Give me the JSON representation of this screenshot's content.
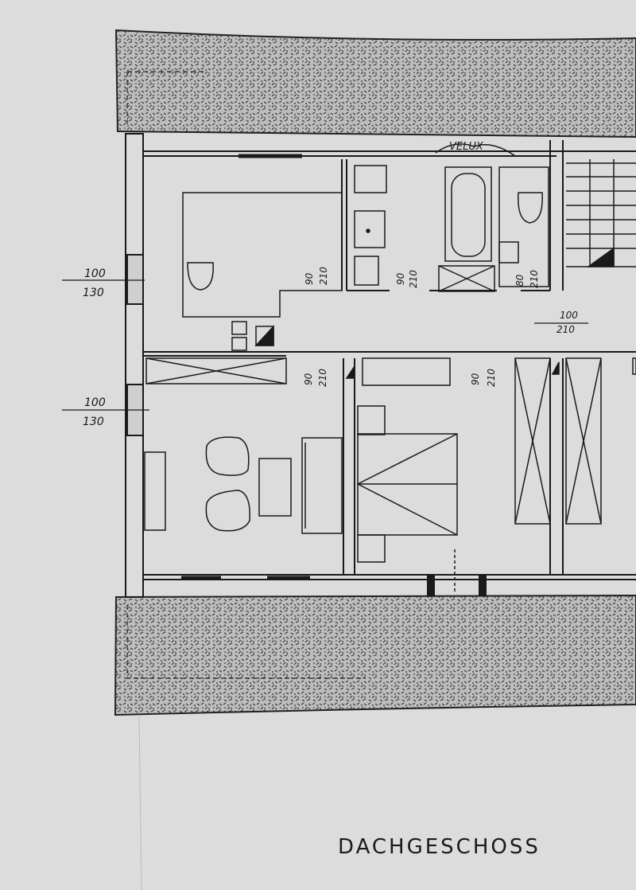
{
  "title": "DACHGESCHOSS",
  "window_label": "VELUX",
  "colors": {
    "paper": "#dcdcdc",
    "ink": "#1a1a1a",
    "roof_texture": "#4a4a4a"
  },
  "openings": {
    "window_left_top": {
      "width": "100",
      "height": "130"
    },
    "window_left_mid": {
      "width": "100",
      "height": "130"
    },
    "door_room1": {
      "width": "90",
      "height": "210"
    },
    "door_bath1": {
      "width": "90",
      "height": "210"
    },
    "door_wc": {
      "width": "80",
      "height": "210"
    },
    "door_stair": {
      "width": "100",
      "height": "210"
    },
    "door_living": {
      "width": "90",
      "height": "210"
    },
    "door_bedroom": {
      "width": "90",
      "height": "210"
    }
  }
}
